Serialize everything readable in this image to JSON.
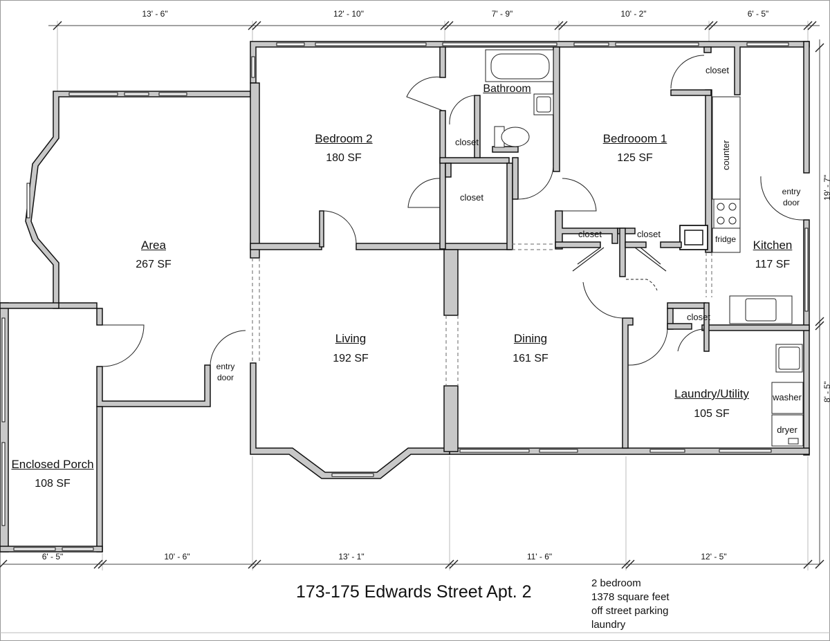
{
  "dimensions": {
    "top": [
      "13' - 6\"",
      "12' - 10\"",
      "7' - 9\"",
      "10' - 2\"",
      "6' - 5\""
    ],
    "bottom": [
      "6' - 5\"",
      "10' - 6\"",
      "13' - 1\"",
      "11' - 6\"",
      "12' - 5\""
    ],
    "right": [
      "19' - 7\"",
      "8' - 5\""
    ]
  },
  "rooms": {
    "bedroom2": {
      "name": "Bedroom 2",
      "area": "180 SF"
    },
    "bedroom1": {
      "name": "Bedrooom 1",
      "area": "125 SF"
    },
    "bathroom": {
      "name": "Bathroom"
    },
    "area": {
      "name": "Area",
      "area": "267 SF"
    },
    "kitchen": {
      "name": "Kitchen",
      "area": "117 SF"
    },
    "living": {
      "name": "Living",
      "area": "192 SF"
    },
    "dining": {
      "name": "Dining",
      "area": "161 SF"
    },
    "laundry": {
      "name": "Laundry/Utility",
      "area": "105 SF"
    },
    "porch": {
      "name": "Enclosed Porch",
      "area": "108 SF"
    }
  },
  "labels": {
    "closet": "closet",
    "counter": "counter",
    "fridge": "fridge",
    "entry_line1": "entry",
    "entry_line2": "door",
    "washer": "washer",
    "dryer": "dryer"
  },
  "title": "173-175 Edwards Street Apt. 2",
  "notes": [
    "2 bedroom",
    "1378 square feet",
    "off street parking",
    "laundry"
  ]
}
